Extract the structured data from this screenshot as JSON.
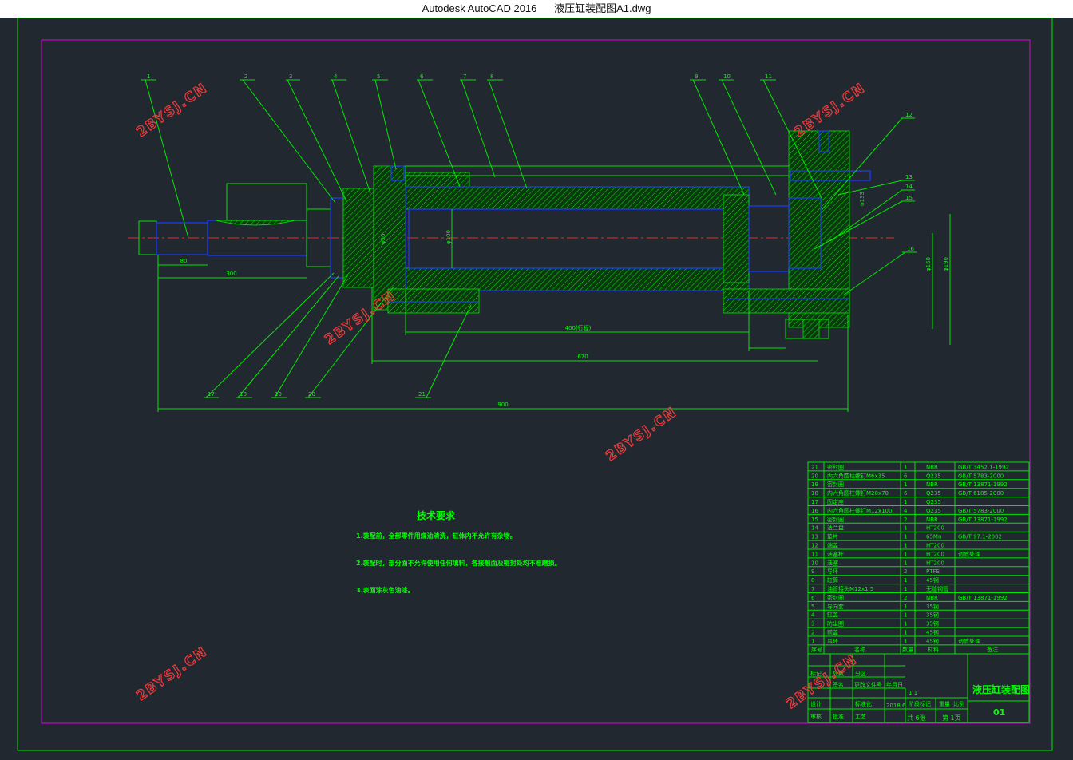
{
  "window": {
    "app": "Autodesk AutoCAD 2016",
    "file": "液压缸装配图A1.dwg"
  },
  "colors": {
    "background": "#212830",
    "line": "#00e800",
    "part_outline": "#1a3cff",
    "centerline": "#ff2020",
    "border": "#e000e0",
    "watermark": "#f03c3c"
  },
  "watermark": "2BYSJ.CN",
  "tech": {
    "title": "技术要求",
    "items": [
      "1.装配前，全部零件用煤油清洗，缸体内不允许有杂物。",
      "2.装配时，部分面不允许使用任何填料，各接触面及密封处均不准磨损。",
      "3.表面涂灰色油漆。"
    ]
  },
  "bom": {
    "rows": [
      [
        "21",
        "密封圈",
        "1",
        "NBR",
        "GB/T 3452.1-1992"
      ],
      [
        "20",
        "内六角圆柱螺钉M6x35",
        "6",
        "Q235",
        "GB/T 5783-2000"
      ],
      [
        "19",
        "密封圈",
        "1",
        "NBR",
        "GB/T 13871-1992"
      ],
      [
        "18",
        "内六角圆柱螺钉M20x70",
        "6",
        "Q235",
        "GB/T 6185-2000"
      ],
      [
        "17",
        "固定座",
        "1",
        "Q235",
        ""
      ],
      [
        "16",
        "内六角圆柱螺钉M12x100",
        "4",
        "Q235",
        "GB/T 5783-2000"
      ],
      [
        "15",
        "密封圈",
        "2",
        "NBR",
        "GB/T 13871-1992"
      ],
      [
        "14",
        "法兰盘",
        "1",
        "HT200",
        ""
      ],
      [
        "13",
        "垫片",
        "1",
        "65Mn",
        "GB/T 97.1-2002"
      ],
      [
        "12",
        "端盖",
        "1",
        "HT200",
        ""
      ],
      [
        "11",
        "活塞杆",
        "1",
        "HT200",
        "调质处理"
      ],
      [
        "10",
        "活塞",
        "1",
        "HT200",
        ""
      ],
      [
        "9",
        "导环",
        "2",
        "PTFE",
        ""
      ],
      [
        "8",
        "缸筒",
        "1",
        "45钢",
        ""
      ],
      [
        "7",
        "油管接头M12x1.5",
        "1",
        "无缝钢管",
        ""
      ],
      [
        "6",
        "密封圈",
        "2",
        "NBR",
        "GB/T 13871-1992"
      ],
      [
        "5",
        "导向套",
        "1",
        "35钢",
        ""
      ],
      [
        "4",
        "缸盖",
        "1",
        "35钢",
        ""
      ],
      [
        "3",
        "防尘圈",
        "1",
        "35钢",
        ""
      ],
      [
        "2",
        "前盖",
        "1",
        "45钢",
        ""
      ],
      [
        "1",
        "耳环",
        "1",
        "45钢",
        "调质处理"
      ]
    ],
    "header": [
      "序号",
      "名称",
      "数量",
      "材料",
      "备注"
    ]
  },
  "titleblock": {
    "drawing_name": "液压缸装配图",
    "drawing_no": "01",
    "scale_cell": "1:1",
    "date": "2018.6",
    "sheets": "共 6张",
    "sheet_no": "第 1页",
    "labels": [
      "标记",
      "处数",
      "分区",
      "更改文件号",
      "签名",
      "年月日",
      "设计",
      "标准化",
      "审核",
      "工艺",
      "批准",
      "阶段标记",
      "重量",
      "比例"
    ]
  },
  "balloons": [
    "1",
    "2",
    "3",
    "4",
    "5",
    "6",
    "7",
    "8",
    "9",
    "10",
    "11",
    "12",
    "13",
    "14",
    "15",
    "16",
    "17",
    "18",
    "19",
    "20",
    "21"
  ],
  "dims": {
    "overall": "900",
    "stroke": "400(行程)",
    "body": "670",
    "rod_end": "80",
    "rod_len": "300",
    "bore": "φ100",
    "rod": "φ50",
    "outer": "φ133",
    "flange": "φ160",
    "mount": "φ190"
  }
}
